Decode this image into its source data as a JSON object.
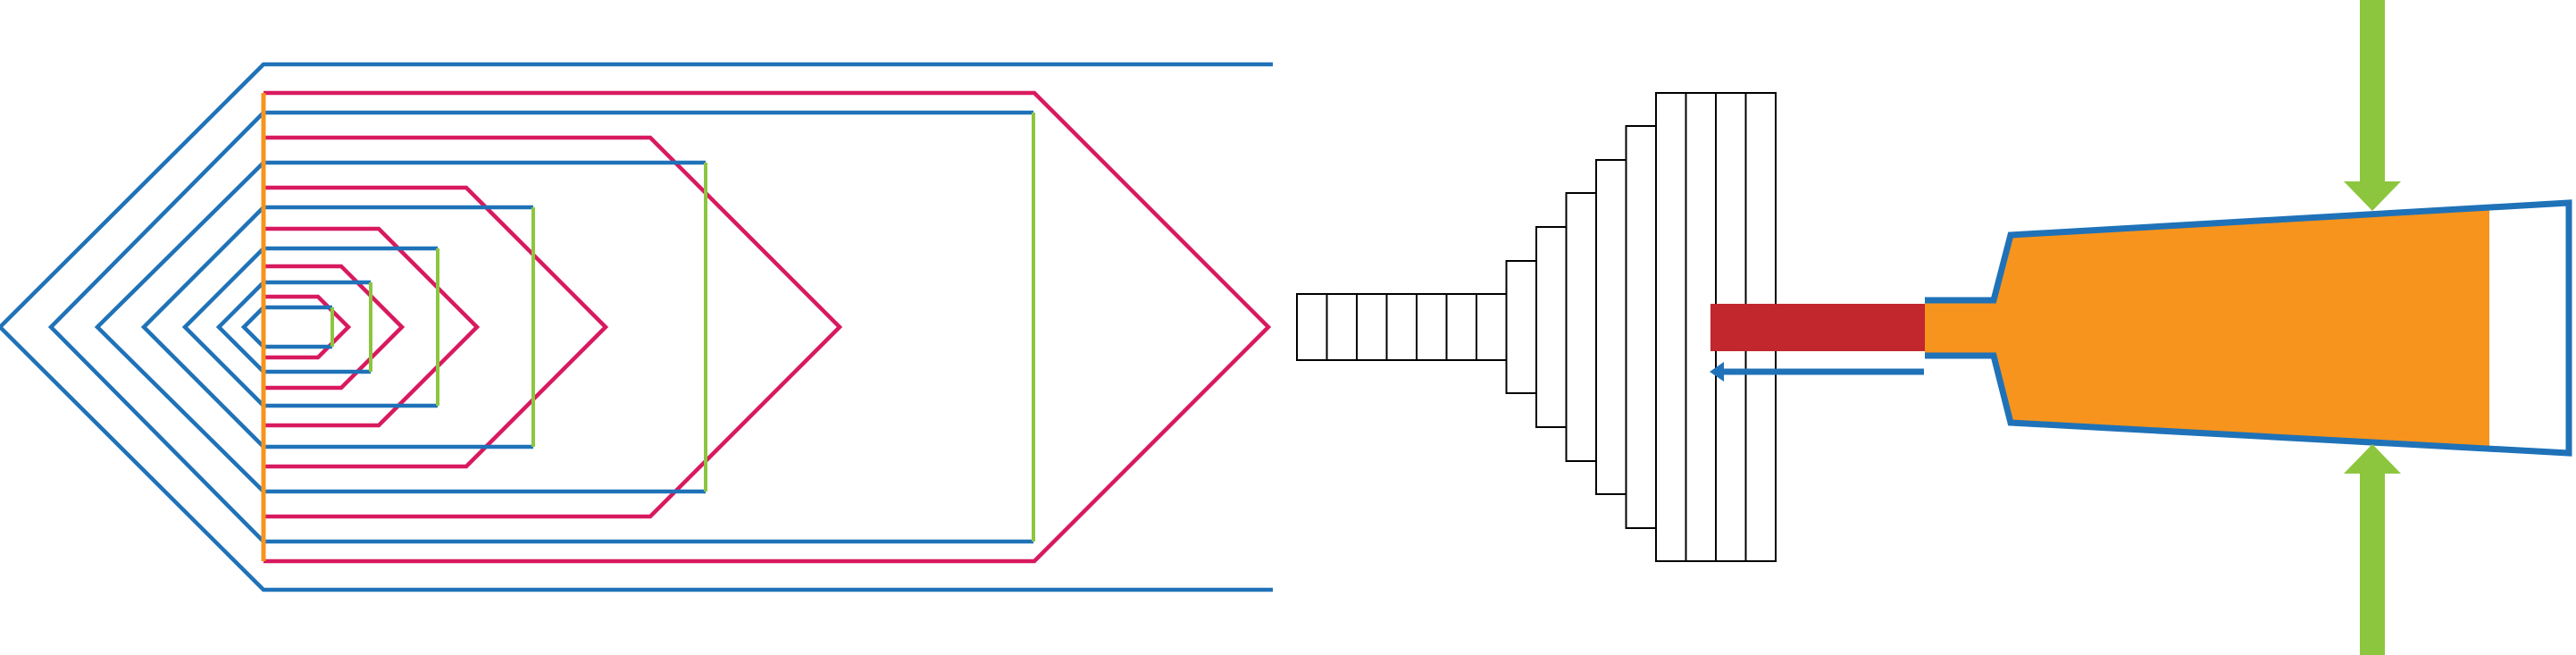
{
  "diagram": {
    "colors": {
      "blue": "#1f72b8",
      "magenta": "#d8195f",
      "green": "#8cc63f",
      "orange": "#f7941d",
      "red": "#c1272d",
      "black": "#000000",
      "white": "#ffffff"
    },
    "nested_shells": [
      {
        "stroke": "blue",
        "tip_depth": 295
      },
      {
        "stroke": "magenta",
        "tip_depth": 262
      },
      {
        "stroke": "blue",
        "tip_depth": 238
      },
      {
        "stroke": "magenta",
        "tip_depth": 212
      },
      {
        "stroke": "blue",
        "tip_depth": 186
      },
      {
        "stroke": "magenta",
        "tip_depth": 160
      },
      {
        "stroke": "blue",
        "tip_depth": 134
      },
      {
        "stroke": "magenta",
        "tip_depth": 110
      },
      {
        "stroke": "blue",
        "tip_depth": 88
      },
      {
        "stroke": "magenta",
        "tip_depth": 68
      },
      {
        "stroke": "blue",
        "tip_depth": 50
      },
      {
        "stroke": "magenta",
        "tip_depth": 34
      },
      {
        "stroke": "blue",
        "tip_depth": 22
      }
    ],
    "staircase_columns": 16,
    "arrows": [
      {
        "name": "push-left-arrow",
        "direction": "left",
        "color": "blue"
      },
      {
        "name": "press-down-arrow",
        "direction": "down",
        "color": "green"
      },
      {
        "name": "press-up-arrow",
        "direction": "up",
        "color": "green"
      }
    ]
  }
}
